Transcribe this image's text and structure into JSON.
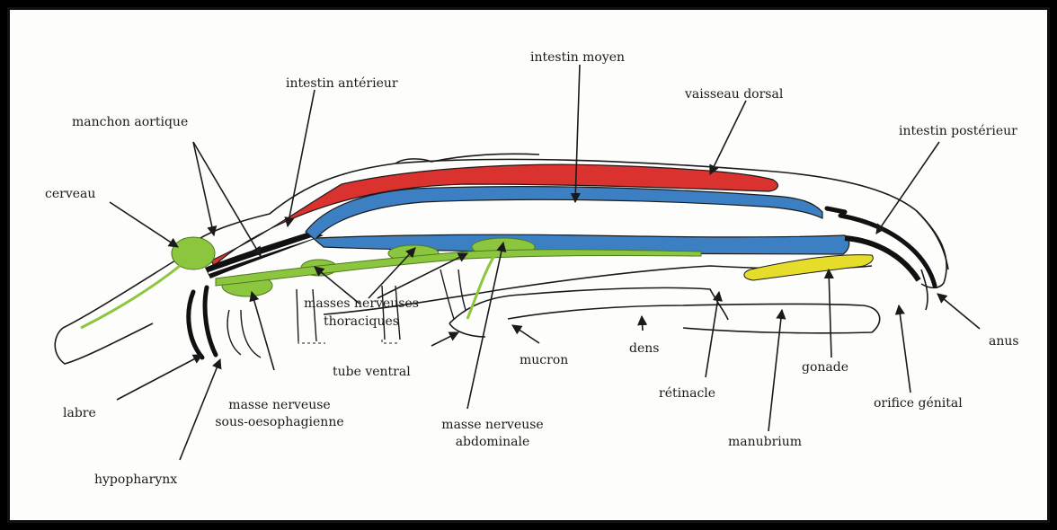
{
  "labels": {
    "manchon_aortique": "manchon aortique",
    "intestin_anterieur": "intestin antérieur",
    "intestin_moyen": "intestin moyen",
    "vaisseau_dorsal": "vaisseau dorsal",
    "intestin_posterieur": "intestin postérieur",
    "cerveau": "cerveau",
    "masses_nerveuses_thoraciques_1": "masses nerveuses",
    "masses_nerveuses_thoraciques_2": "thoraciques",
    "tube_ventral": "tube ventral",
    "mucron": "mucron",
    "dens": "dens",
    "retinacle": "rétinacle",
    "gonade": "gonade",
    "orifice_genital": "orifice génital",
    "anus": "anus",
    "labre": "labre",
    "masse_sous_oeso_1": "masse nerveuse",
    "masse_sous_oeso_2": "sous-oesophagienne",
    "masse_abdominale_1": "masse nerveuse",
    "masse_abdominale_2": "abdominale",
    "manubrium": "manubrium",
    "hypopharynx": "hypopharynx"
  },
  "colors": {
    "dorsal_vessel": "#d9322f",
    "gut": "#3c7fc2",
    "nerve": "#8cc63f",
    "gonad": "#e6dc2a",
    "outline": "#1a1a1a"
  }
}
